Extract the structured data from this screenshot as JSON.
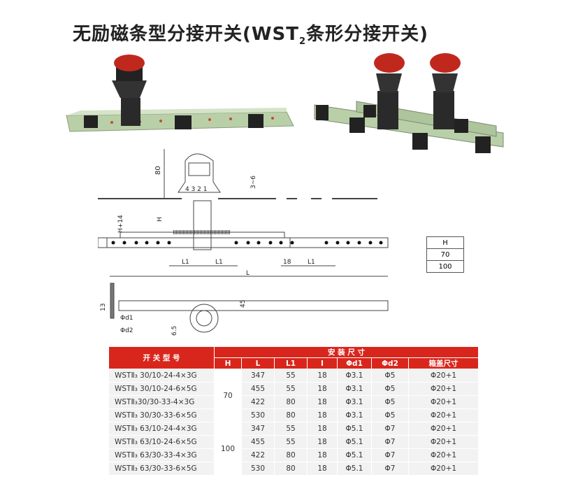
{
  "title": {
    "main": "无励磁条型分接开关(WST",
    "sub": "2",
    "tail": "条形分接开关)"
  },
  "drawing": {
    "dim_80": "80",
    "dim_3_6": "3~6",
    "dim_h14": "H+14",
    "dim_h": "H",
    "dial": "4 3 2 1",
    "l1_a": "L1",
    "l1_b": "L1",
    "dim_18": "18",
    "l1_c": "L1",
    "dim_l": "L",
    "dim_13": "13",
    "dim_45": "45",
    "dim_65": "6.5",
    "phi_d1": "Φd1",
    "phi_d2": "Φd2"
  },
  "h_table": {
    "header": "H",
    "values": [
      "70",
      "100"
    ]
  },
  "table": {
    "model_header": "开 关 型 号",
    "group_header": "安 装 尺 寸",
    "columns": [
      "H",
      "L",
      "L1",
      "I",
      "Φd1",
      "Φd2",
      "箱盖尺寸"
    ],
    "h_groups": [
      "70",
      "100"
    ],
    "rows": [
      {
        "model": "WSTⅡ₃ 30/10-24-4×3G",
        "L": "347",
        "L1": "55",
        "I": "18",
        "d1": "Φ3.1",
        "d2": "Φ5",
        "cover": "Φ20+1"
      },
      {
        "model": "WSTⅡ₃ 30/10-24-6×5G",
        "L": "455",
        "L1": "55",
        "I": "18",
        "d1": "Φ3.1",
        "d2": "Φ5",
        "cover": "Φ20+1"
      },
      {
        "model": "WSTⅡ₃30/30-33-4×3G",
        "L": "422",
        "L1": "80",
        "I": "18",
        "d1": "Φ3.1",
        "d2": "Φ5",
        "cover": "Φ20+1"
      },
      {
        "model": "WSTⅡ₃ 30/30-33-6×5G",
        "L": "530",
        "L1": "80",
        "I": "18",
        "d1": "Φ3.1",
        "d2": "Φ5",
        "cover": "Φ20+1"
      },
      {
        "model": "WSTⅡ₃ 63/10-24-4×3G",
        "L": "347",
        "L1": "55",
        "I": "18",
        "d1": "Φ5.1",
        "d2": "Φ7",
        "cover": "Φ20+1"
      },
      {
        "model": "WSTⅡ₃ 63/10-24-6×5G",
        "L": "455",
        "L1": "55",
        "I": "18",
        "d1": "Φ5.1",
        "d2": "Φ7",
        "cover": "Φ20+1"
      },
      {
        "model": "WSTⅡ₃ 63/30-33-4×3G",
        "L": "422",
        "L1": "80",
        "I": "18",
        "d1": "Φ5.1",
        "d2": "Φ7",
        "cover": "Φ20+1"
      },
      {
        "model": "WSTⅡ₃ 63/30-33-6×5G",
        "L": "530",
        "L1": "80",
        "I": "18",
        "d1": "Φ5.1",
        "d2": "Φ7",
        "cover": "Φ20+1"
      }
    ]
  },
  "colors": {
    "accent": "#d9261c",
    "bar": "#b9cfa8"
  }
}
